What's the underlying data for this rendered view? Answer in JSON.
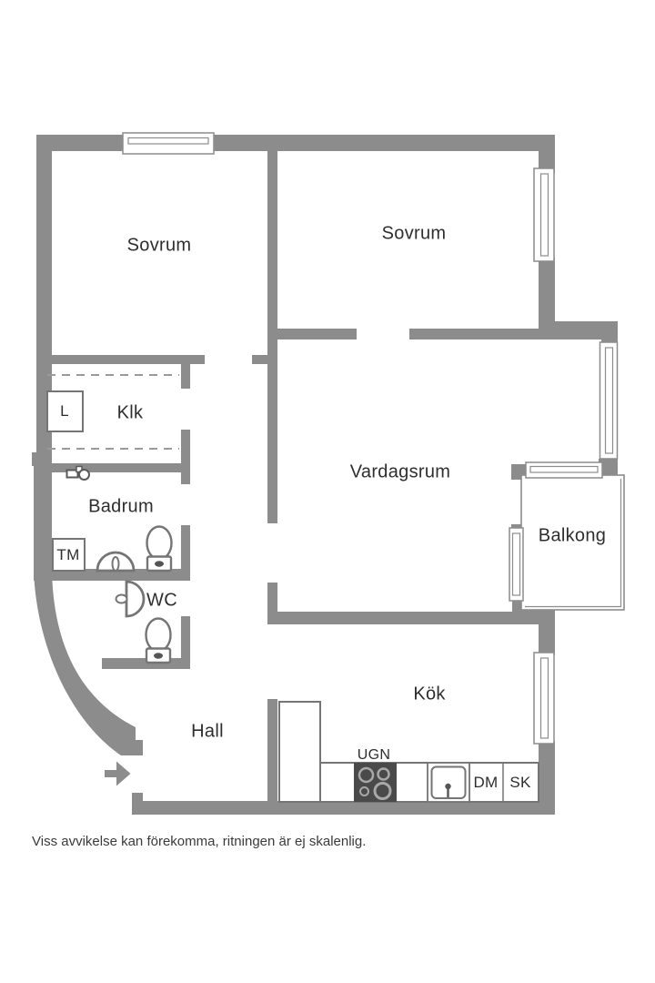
{
  "floorplan": {
    "rooms": {
      "bedroom_left": "Sovrum",
      "bedroom_right": "Sovrum",
      "closet": "Klk",
      "bathroom": "Badrum",
      "wc": "WC",
      "hall": "Hall",
      "living_room": "Vardagsrum",
      "balcony": "Balkong",
      "kitchen": "Kök"
    },
    "fixture_labels": {
      "linen_cabinet": "L",
      "washing_machine": "TM",
      "oven": "UGN",
      "dishwasher": "DM",
      "cupboard": "SK"
    },
    "caption": "Viss avvikelse kan förekomma, ritningen är ej skalenlig.",
    "colors": {
      "wall": "#8c8c8c",
      "appliance": "#4a4a4a",
      "fixture_outline": "#757575",
      "text": "#2e2e2e"
    }
  }
}
